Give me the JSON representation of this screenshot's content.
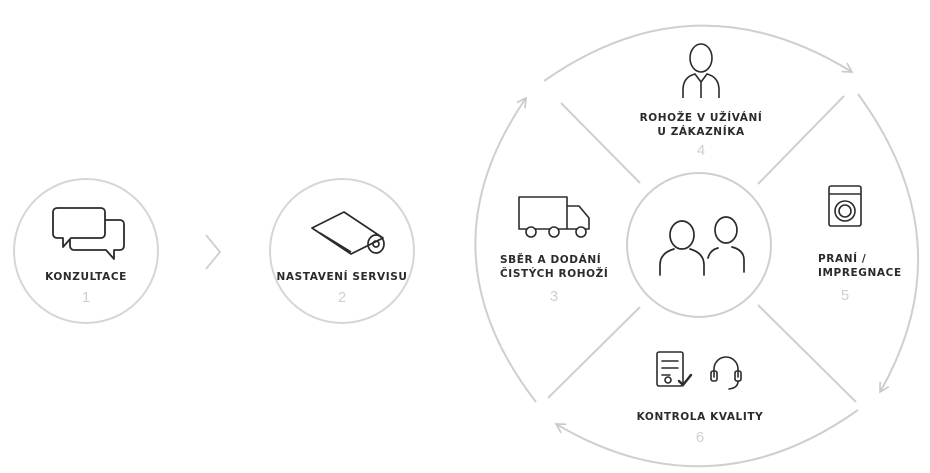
{
  "steps": {
    "consultation": {
      "label": "KONZULTACE",
      "number": "1",
      "icon": "chat-bubbles-icon"
    },
    "setup": {
      "label": "NASTAVENÍ SERVISU",
      "number": "2",
      "icon": "rolled-mat-icon"
    },
    "arrow": {
      "icon": "chevron-right-icon"
    }
  },
  "cycle": {
    "center_icon": "two-people-icon",
    "segments": {
      "top": {
        "line1": "ROHOŽE V UŽÍVÁNÍ",
        "line2": "U ZÁKAZNÍKA",
        "number": "4",
        "icon": "businessman-icon"
      },
      "right": {
        "line1": "PRANÍ /",
        "line2": "IMPREGNACE",
        "number": "5",
        "icon": "washing-machine-icon"
      },
      "bottom": {
        "line1": "KONTROLA KVALITY",
        "number": "6",
        "icon": "checklist-and-headset-icon"
      },
      "left": {
        "line1": "SBĚR A DODÁNÍ",
        "line2": "ČISTÝCH ROHOŽÍ",
        "number": "3",
        "icon": "delivery-truck-icon"
      }
    }
  },
  "colors": {
    "ink": "#2b2b2b",
    "line": "#cfcfcf",
    "number": "#cfcfcf"
  }
}
